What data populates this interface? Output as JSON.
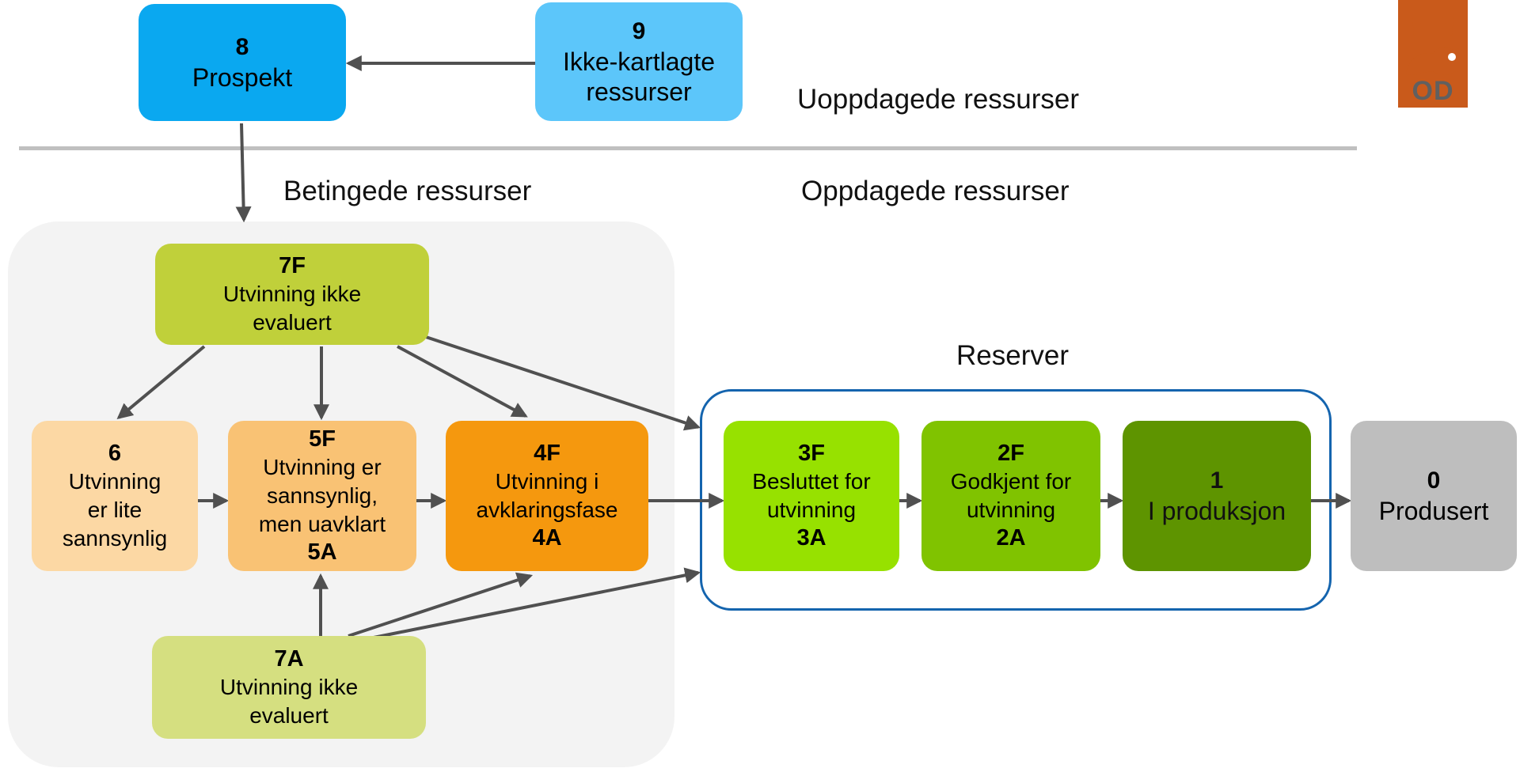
{
  "headings": {
    "undiscovered": "Uoppdagede ressurser",
    "contingent": "Betingede ressurser",
    "discovered": "Oppdagede ressurser",
    "reserves": "Reserver"
  },
  "boxes": {
    "b8": {
      "code": "8",
      "label": "Prospekt",
      "sub": ""
    },
    "b9": {
      "code": "9",
      "label": "Ikke-kartlagte\nressurser",
      "sub": ""
    },
    "b7f": {
      "code": "7F",
      "label": "Utvinning ikke\nevaluert",
      "sub": ""
    },
    "b6": {
      "code": "6",
      "label": "Utvinning\ner lite\nsannsynlig",
      "sub": ""
    },
    "b5": {
      "code": "5F",
      "label": "Utvinning er\nsannsynlig,\nmen uavklart",
      "sub": "5A"
    },
    "b4": {
      "code": "4F",
      "label": "Utvinning i\navklaringsfase",
      "sub": "4A"
    },
    "b7a": {
      "code": "7A",
      "label": "Utvinning ikke\nevaluert",
      "sub": ""
    },
    "b3": {
      "code": "3F",
      "label": "Besluttet for\nutvinning",
      "sub": "3A"
    },
    "b2": {
      "code": "2F",
      "label": "Godkjent for\nutvinning",
      "sub": "2A"
    },
    "b1": {
      "code": "1",
      "label": "I produksjon",
      "sub": ""
    },
    "b0": {
      "code": "0",
      "label": "Produsert",
      "sub": ""
    }
  },
  "colors": {
    "b8": "#0aa8f0",
    "b9": "#5cc6fa",
    "b7f": "#c0d03a",
    "b6": "#fcd8a4",
    "b5": "#f9c274",
    "b4": "#f5980e",
    "b7a": "#d5df80",
    "b3": "#97e100",
    "b2": "#80c300",
    "b1": "#5e9400",
    "b0": "#bebebe",
    "arrow": "#505050",
    "frame": "#1464ae",
    "region": "#f3f3f3",
    "logo": "#c95a1b"
  },
  "logo": {
    "icon": "od-crown-lion-logo",
    "text": "OD"
  }
}
